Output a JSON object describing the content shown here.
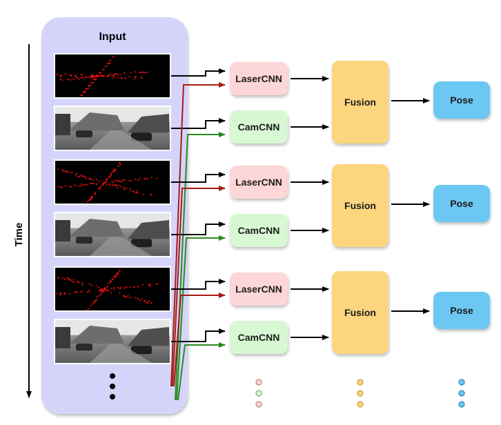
{
  "input_label": "Input",
  "time_label": "Time",
  "colors": {
    "input_panel": "#d4d4fb",
    "laser_box": "#fdd6d8",
    "cam_box": "#d7f8d3",
    "fusion_box": "#fcd67f",
    "pose_box": "#6cc8f2",
    "laser_wire": "#a61b12",
    "cam_wire": "#2a8a1f",
    "arrow": "#000000"
  },
  "groups": [
    {
      "laser_label": "LaserCNN",
      "cam_label": "CamCNN",
      "fusion_label": "Fusion",
      "pose_label": "Pose"
    },
    {
      "laser_label": "LaserCNN",
      "cam_label": "CamCNN",
      "fusion_label": "Fusion",
      "pose_label": "Pose"
    },
    {
      "laser_label": "LaserCNN",
      "cam_label": "CamCNN",
      "fusion_label": "Fusion",
      "pose_label": "Pose"
    }
  ],
  "frames": [
    {
      "kind": "laser-scan"
    },
    {
      "kind": "camera-image"
    },
    {
      "kind": "laser-scan"
    },
    {
      "kind": "camera-image"
    },
    {
      "kind": "laser-scan"
    },
    {
      "kind": "camera-image"
    }
  ]
}
